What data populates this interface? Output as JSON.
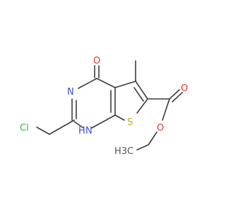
{
  "molecule": {
    "atoms": {
      "oxygen_keto": "O",
      "nitrogen_3": "N",
      "nitrogen_1_label": "N",
      "hydrogen_nh": "H",
      "chlorine": "Cl",
      "methyl": "",
      "sulfur": "S",
      "oxygen_carbonyl": "O",
      "oxygen_ester": "O",
      "ethyl_terminal": "H3C"
    },
    "colors": {
      "oxygen": "#e8322d",
      "nitrogen": "#3f51d1",
      "chlorine": "#2fb34a",
      "sulfur": "#bcae1d",
      "carbon_label": "#555555",
      "bond": "#3c3c3c"
    }
  }
}
